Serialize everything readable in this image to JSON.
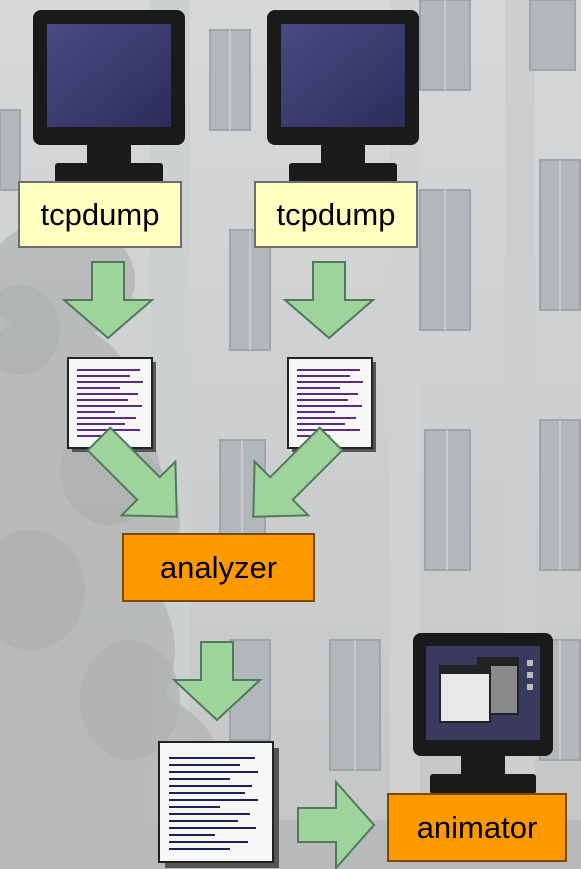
{
  "colors": {
    "arrow_fill": "#9ed39c",
    "arrow_stroke": "#4f7a5c",
    "label_box": "#ffffc0",
    "process_box": "#ff9900",
    "monitor_body": "#1a1a1a",
    "monitor_screen": "#3a3a6e",
    "document_text": "#5a2a8a"
  },
  "nodes": {
    "capture_left": {
      "label": "tcpdump",
      "icon": "monitor-icon"
    },
    "capture_right": {
      "label": "tcpdump",
      "icon": "monitor-icon"
    },
    "analyzer": {
      "label": "analyzer"
    },
    "animator": {
      "label": "animator",
      "icon": "monitor-windows-icon"
    }
  },
  "documents": [
    "trace-file-left",
    "trace-file-right",
    "analysis-output-file"
  ]
}
